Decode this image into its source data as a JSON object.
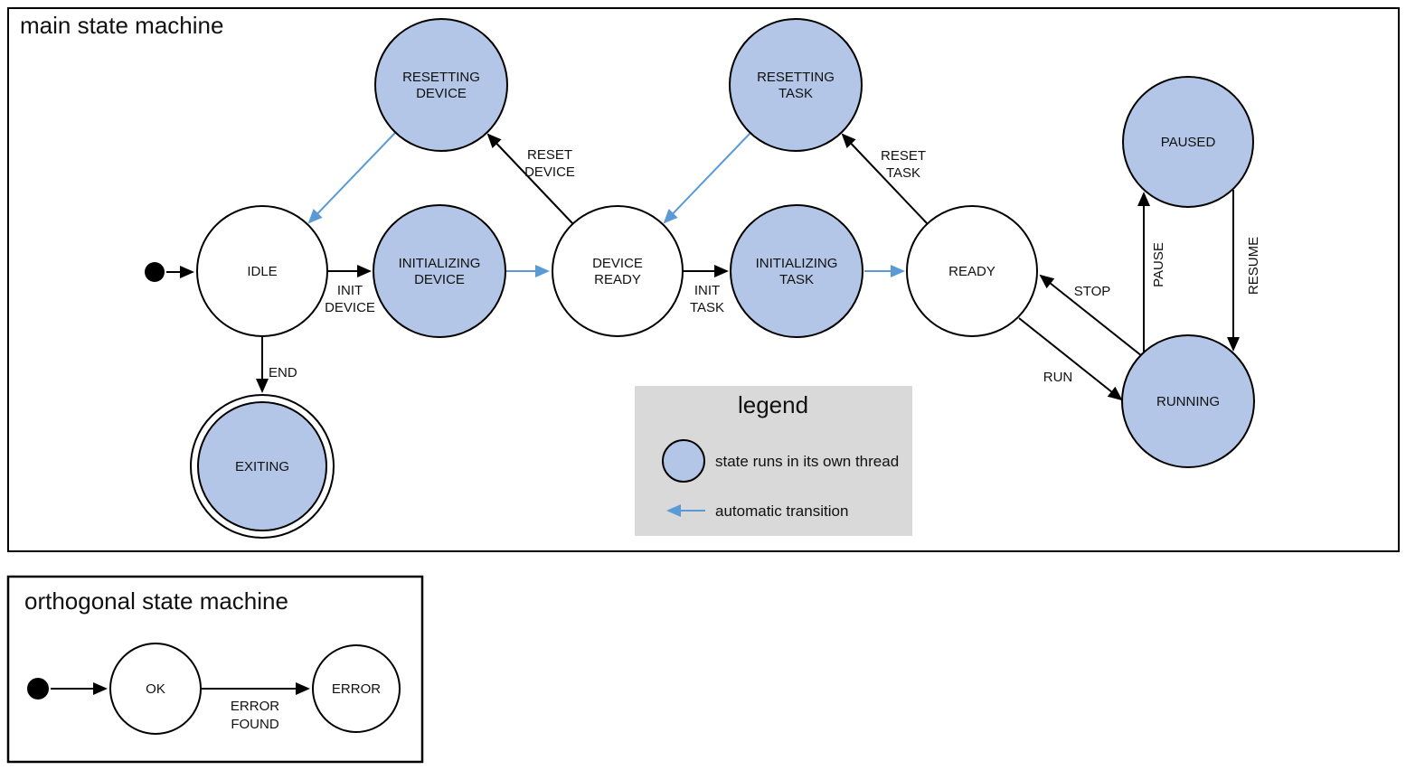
{
  "colors": {
    "threaded_state_fill": "#b3c6e7",
    "automatic_transition_blue": "#5b9bd5",
    "legend_background": "#d9d9d9",
    "state_stroke": "#000000"
  },
  "main_machine": {
    "title": "main state machine",
    "states": [
      {
        "name": "idle",
        "lines": [
          "IDLE"
        ],
        "threaded": false,
        "final": false
      },
      {
        "name": "resetting-device",
        "lines": [
          "RESETTING",
          "DEVICE"
        ],
        "threaded": true,
        "final": false
      },
      {
        "name": "initializing-device",
        "lines": [
          "INITIALIZING",
          "DEVICE"
        ],
        "threaded": true,
        "final": false
      },
      {
        "name": "device-ready",
        "lines": [
          "DEVICE",
          "READY"
        ],
        "threaded": false,
        "final": false
      },
      {
        "name": "resetting-task",
        "lines": [
          "RESETTING",
          "TASK"
        ],
        "threaded": true,
        "final": false
      },
      {
        "name": "initializing-task",
        "lines": [
          "INITIALIZING",
          "TASK"
        ],
        "threaded": true,
        "final": false
      },
      {
        "name": "ready",
        "lines": [
          "READY"
        ],
        "threaded": false,
        "final": false
      },
      {
        "name": "paused",
        "lines": [
          "PAUSED"
        ],
        "threaded": true,
        "final": false
      },
      {
        "name": "running",
        "lines": [
          "RUNNING"
        ],
        "threaded": true,
        "final": false
      },
      {
        "name": "exiting",
        "lines": [
          "EXITING"
        ],
        "threaded": true,
        "final": true
      }
    ],
    "transitions": [
      {
        "from": "idle",
        "to": "initializing-device",
        "lines": [
          "INIT",
          "DEVICE"
        ],
        "automatic": false
      },
      {
        "from": "initializing-device",
        "to": "device-ready",
        "lines": [],
        "automatic": true
      },
      {
        "from": "device-ready",
        "to": "resetting-device",
        "lines": [
          "RESET",
          "DEVICE"
        ],
        "automatic": false
      },
      {
        "from": "resetting-device",
        "to": "idle",
        "lines": [],
        "automatic": true
      },
      {
        "from": "device-ready",
        "to": "initializing-task",
        "lines": [
          "INIT",
          "TASK"
        ],
        "automatic": false
      },
      {
        "from": "initializing-task",
        "to": "ready",
        "lines": [],
        "automatic": true
      },
      {
        "from": "ready",
        "to": "resetting-task",
        "lines": [
          "RESET",
          "TASK"
        ],
        "automatic": false
      },
      {
        "from": "resetting-task",
        "to": "device-ready",
        "lines": [],
        "automatic": true
      },
      {
        "from": "ready",
        "to": "running",
        "lines": [
          "RUN"
        ],
        "automatic": false
      },
      {
        "from": "running",
        "to": "ready",
        "lines": [
          "STOP"
        ],
        "automatic": false
      },
      {
        "from": "running",
        "to": "paused",
        "lines": [
          "PAUSE"
        ],
        "automatic": false
      },
      {
        "from": "paused",
        "to": "running",
        "lines": [
          "RESUME"
        ],
        "automatic": false
      },
      {
        "from": "idle",
        "to": "exiting",
        "lines": [
          "END"
        ],
        "automatic": false
      }
    ]
  },
  "legend": {
    "title": "legend",
    "items": [
      {
        "symbol": "threaded-state-circle",
        "label": "state runs in its own thread"
      },
      {
        "symbol": "automatic-transition-arrow",
        "label": "automatic transition"
      }
    ]
  },
  "orthogonal_machine": {
    "title": "orthogonal state machine",
    "states": [
      {
        "name": "ok",
        "lines": [
          "OK"
        ],
        "threaded": false,
        "final": false
      },
      {
        "name": "error",
        "lines": [
          "ERROR"
        ],
        "threaded": false,
        "final": false
      }
    ],
    "transitions": [
      {
        "from": "ok",
        "to": "error",
        "lines": [
          "ERROR",
          "FOUND"
        ],
        "automatic": false
      }
    ]
  }
}
